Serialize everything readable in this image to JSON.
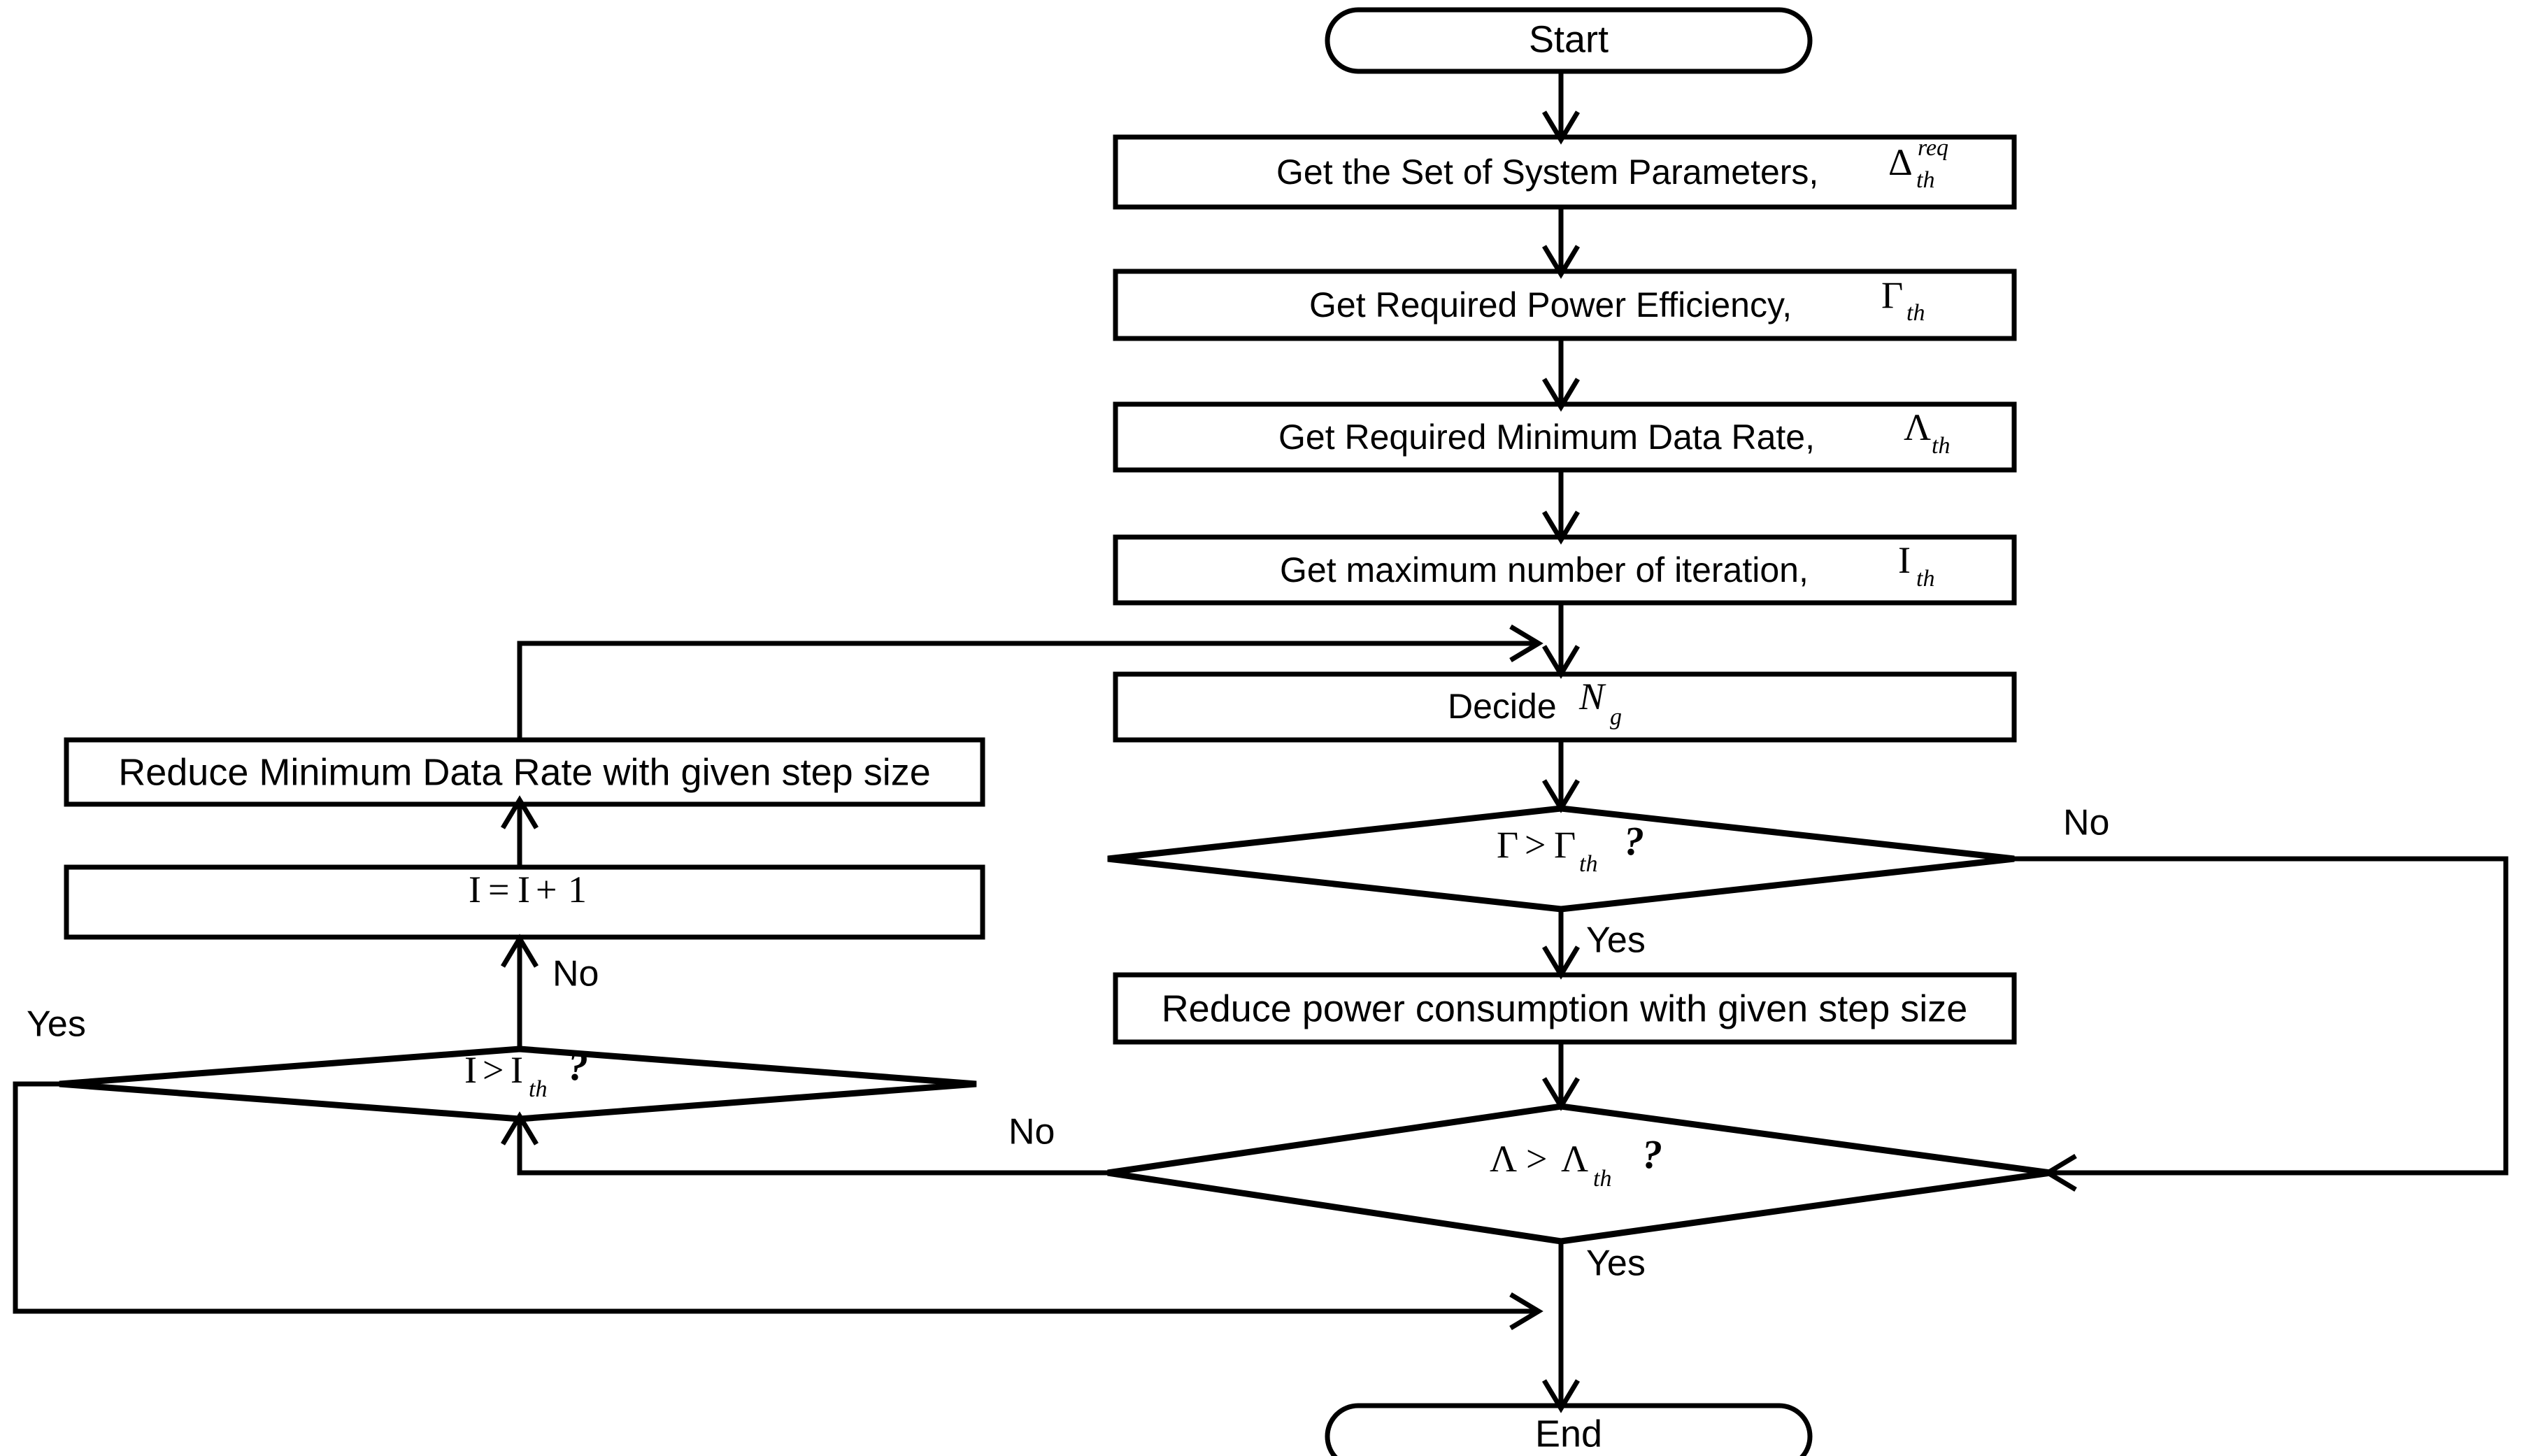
{
  "diagram": {
    "type": "flowchart",
    "title": "Power and Data Rate Optimization Flowchart",
    "background_color": "#ffffff",
    "line_color": "#000000",
    "fill_color": "#ffffff"
  },
  "nodes": {
    "start": {
      "id": "start",
      "shape": "terminator",
      "label": "Start"
    },
    "get_params": {
      "id": "get_params",
      "shape": "process",
      "label": "Get  the Set of System Parameters,",
      "symbol": "Δ",
      "symbol_sup": "req",
      "symbol_sub": "th"
    },
    "get_power_eff": {
      "id": "get_power_eff",
      "shape": "process",
      "label": "Get Required Power Efficiency,",
      "symbol": "Γ",
      "symbol_sup": "",
      "symbol_sub": "th"
    },
    "get_min_rate": {
      "id": "get_min_rate",
      "shape": "process",
      "label": "Get Required Minimum Data Rate,",
      "symbol": "Λ",
      "symbol_sup": "",
      "symbol_sub": "th"
    },
    "get_max_iter": {
      "id": "get_max_iter",
      "shape": "process",
      "label": "Get maximum number of iteration,",
      "symbol": "I",
      "symbol_sup": "",
      "symbol_sub": "th"
    },
    "decide_ng": {
      "id": "decide_ng",
      "shape": "process",
      "label": "Decide",
      "symbol": "N",
      "symbol_sup": "",
      "symbol_sub": "g"
    },
    "check_gamma": {
      "id": "check_gamma",
      "shape": "decision",
      "lhs": "Γ",
      "op": ">",
      "rhs": "Γ",
      "rhs_sub": "th",
      "question": "?"
    },
    "reduce_power": {
      "id": "reduce_power",
      "shape": "process",
      "label": "Reduce power consumption with given step size"
    },
    "check_lambda": {
      "id": "check_lambda",
      "shape": "decision",
      "lhs": "Λ",
      "op": ">",
      "rhs": "Λ",
      "rhs_sub": "th",
      "question": "?"
    },
    "check_iter": {
      "id": "check_iter",
      "shape": "decision",
      "lhs": "I",
      "op": ">",
      "rhs": "I",
      "rhs_sub": "th",
      "question": "?"
    },
    "increment_iter": {
      "id": "increment_iter",
      "shape": "process",
      "lhs": "I",
      "op": "=",
      "rhs": "I",
      "plus": "+",
      "one": "1"
    },
    "reduce_min_rate": {
      "id": "reduce_min_rate",
      "shape": "process",
      "label": "Reduce Minimum Data Rate with given step size"
    },
    "end": {
      "id": "end",
      "shape": "terminator",
      "label": "End"
    }
  },
  "edge_labels": {
    "gamma_no": "No",
    "gamma_yes": "Yes",
    "lambda_no": "No",
    "lambda_yes": "Yes",
    "iter_no": "No",
    "iter_yes": "Yes"
  },
  "edges": [
    {
      "from": "start",
      "to": "get_params",
      "label": ""
    },
    {
      "from": "get_params",
      "to": "get_power_eff",
      "label": ""
    },
    {
      "from": "get_power_eff",
      "to": "get_min_rate",
      "label": ""
    },
    {
      "from": "get_min_rate",
      "to": "get_max_iter",
      "label": ""
    },
    {
      "from": "get_max_iter",
      "to": "decide_ng",
      "label": ""
    },
    {
      "from": "decide_ng",
      "to": "check_gamma",
      "label": ""
    },
    {
      "from": "check_gamma",
      "to": "reduce_power",
      "label": "Yes"
    },
    {
      "from": "check_gamma",
      "to": "check_lambda",
      "label": "No"
    },
    {
      "from": "reduce_power",
      "to": "check_lambda",
      "label": ""
    },
    {
      "from": "check_lambda",
      "to": "end",
      "label": "Yes"
    },
    {
      "from": "check_lambda",
      "to": "check_iter",
      "label": "No"
    },
    {
      "from": "check_iter",
      "to": "increment_iter",
      "label": "No"
    },
    {
      "from": "check_iter",
      "to": "end",
      "label": "Yes"
    },
    {
      "from": "increment_iter",
      "to": "reduce_min_rate",
      "label": ""
    },
    {
      "from": "reduce_min_rate",
      "to": "decide_ng",
      "label": ""
    }
  ]
}
